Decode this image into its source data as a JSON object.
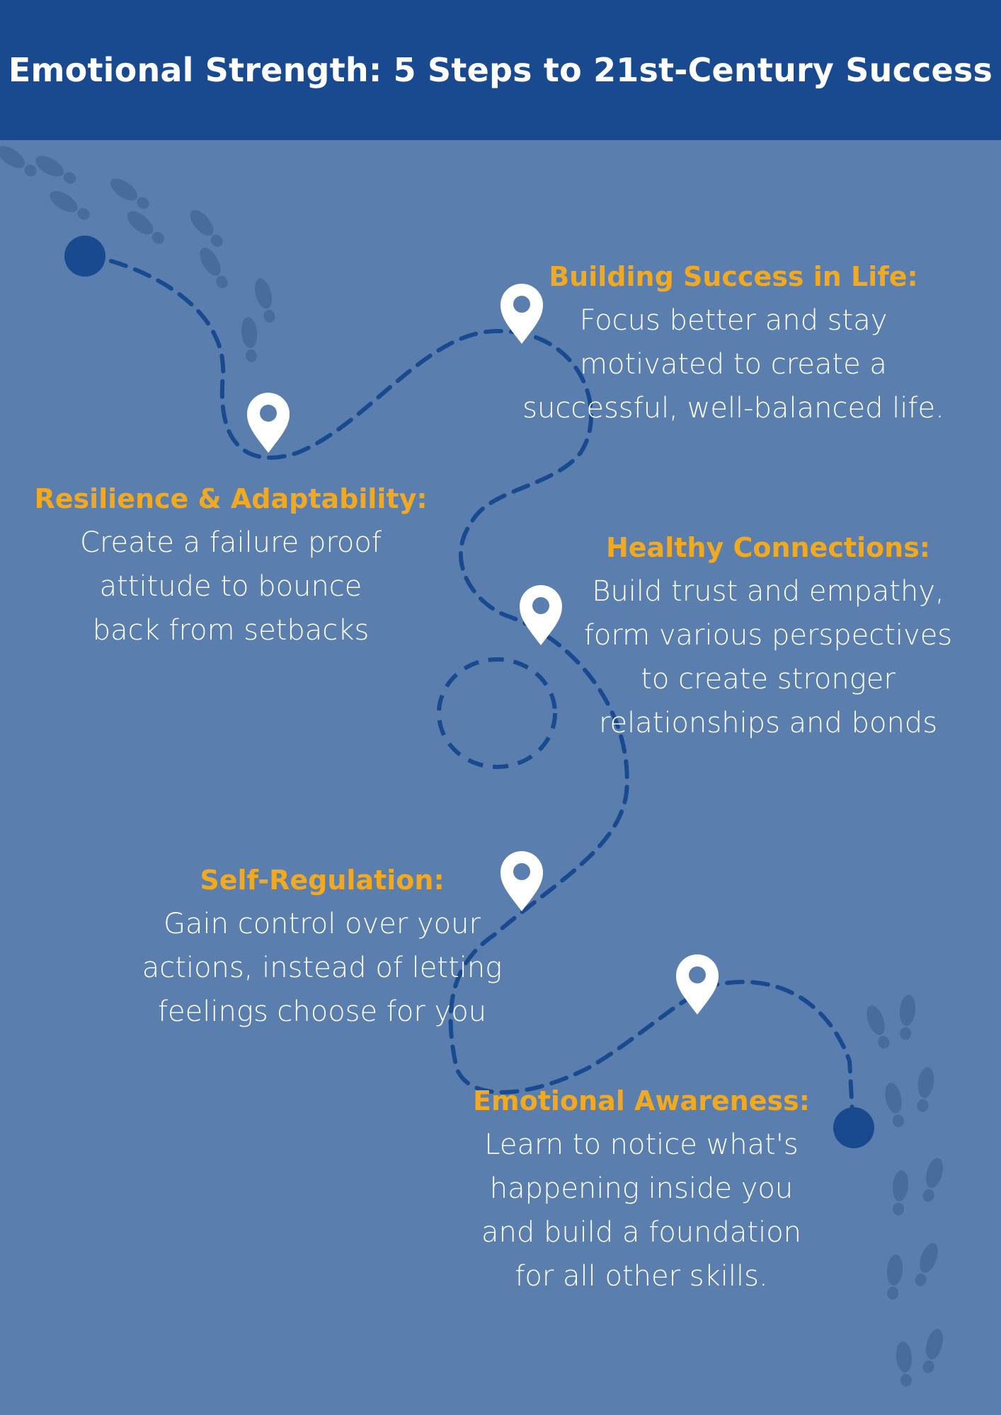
{
  "header": {
    "title": "Emotional Strength: 5 Steps to 21st-Century Success"
  },
  "colors": {
    "background": "#5a7fae",
    "header": "#194a8f",
    "path": "#194a8f",
    "heading": "#f2a922",
    "text": "#ffffff",
    "footprints": "#466d9c"
  },
  "icons": {
    "marker": "map-pin-icon",
    "footprints": "footprint-icon",
    "endpoint": "dot"
  },
  "steps": [
    {
      "title": "Building Success in Life:",
      "desc": "Focus better and stay\nmotivated to create a\nsuccessful, well-balanced life."
    },
    {
      "title": "Resilience & Adaptability:",
      "desc": "Create a failure proof\nattitude to bounce\nback from setbacks"
    },
    {
      "title": "Healthy Connections:",
      "desc": "Build trust and empathy,\nform various perspectives\nto create stronger\nrelationships and bonds"
    },
    {
      "title": "Self-Regulation:",
      "desc": "Gain control over your\nactions, instead of letting\nfeelings choose for you"
    },
    {
      "title": "Emotional Awareness:",
      "desc": "Learn to notice what's\nhappening inside you\nand build a foundation\nfor all other skills."
    }
  ]
}
